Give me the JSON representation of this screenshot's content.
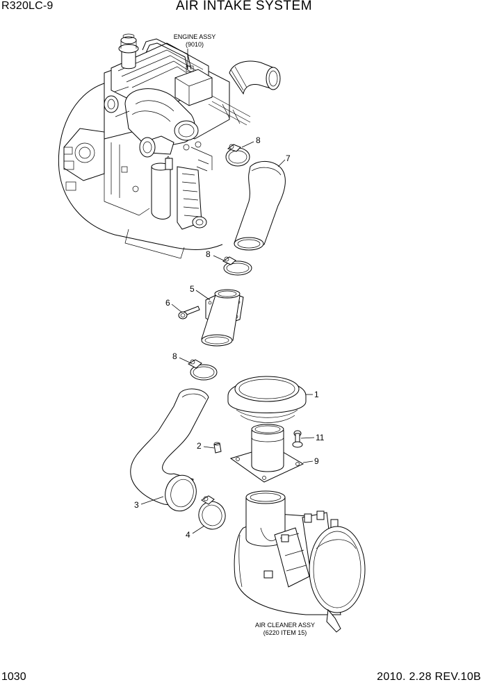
{
  "header": {
    "model": "R320LC-9",
    "title": "AIR INTAKE SYSTEM"
  },
  "footer": {
    "page_number": "1030",
    "revision": "2010. 2.28  REV.10B"
  },
  "notes": {
    "engine_line1": "ENGINE ASSY",
    "engine_line2": "(9010)",
    "cleaner_line1": "AIR CLEANER ASSY",
    "cleaner_line2": "(6220 ITEM 15)"
  },
  "callouts": [
    "8",
    "7",
    "8",
    "5",
    "6",
    "8",
    "1",
    "2",
    "11",
    "9",
    "3",
    "4"
  ]
}
